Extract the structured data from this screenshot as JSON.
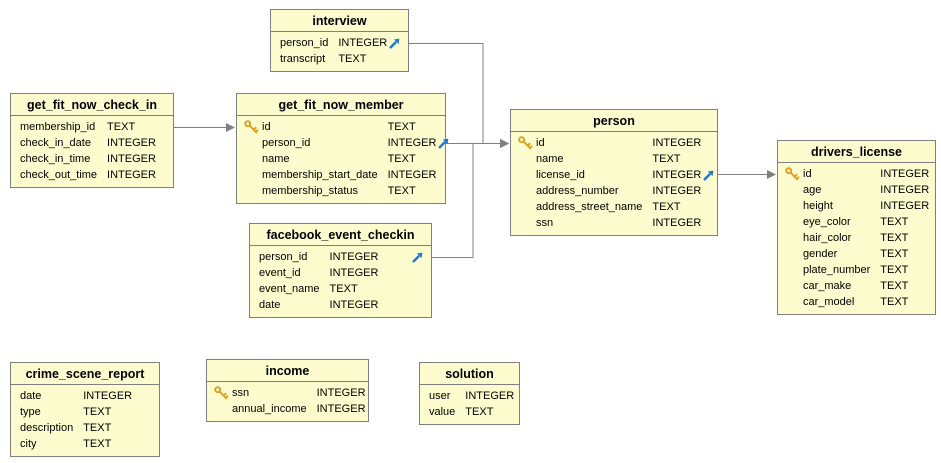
{
  "diagram": {
    "entities": [
      {
        "name": "interview",
        "columns": [
          {
            "name": "person_id",
            "type": "INTEGER",
            "pk": false,
            "fk": true
          },
          {
            "name": "transcript",
            "type": "TEXT",
            "pk": false,
            "fk": false
          }
        ]
      },
      {
        "name": "get_fit_now_check_in",
        "columns": [
          {
            "name": "membership_id",
            "type": "TEXT",
            "pk": false,
            "fk": false
          },
          {
            "name": "check_in_date",
            "type": "INTEGER",
            "pk": false,
            "fk": false
          },
          {
            "name": "check_in_time",
            "type": "INTEGER",
            "pk": false,
            "fk": false
          },
          {
            "name": "check_out_time",
            "type": "INTEGER",
            "pk": false,
            "fk": false
          }
        ]
      },
      {
        "name": "get_fit_now_member",
        "columns": [
          {
            "name": "id",
            "type": "TEXT",
            "pk": true,
            "fk": false
          },
          {
            "name": "person_id",
            "type": "INTEGER",
            "pk": false,
            "fk": true
          },
          {
            "name": "name",
            "type": "TEXT",
            "pk": false,
            "fk": false
          },
          {
            "name": "membership_start_date",
            "type": "INTEGER",
            "pk": false,
            "fk": false
          },
          {
            "name": "membership_status",
            "type": "TEXT",
            "pk": false,
            "fk": false
          }
        ]
      },
      {
        "name": "person",
        "columns": [
          {
            "name": "id",
            "type": "INTEGER",
            "pk": true,
            "fk": false
          },
          {
            "name": "name",
            "type": "TEXT",
            "pk": false,
            "fk": false
          },
          {
            "name": "license_id",
            "type": "INTEGER",
            "pk": false,
            "fk": true
          },
          {
            "name": "address_number",
            "type": "INTEGER",
            "pk": false,
            "fk": false
          },
          {
            "name": "address_street_name",
            "type": "TEXT",
            "pk": false,
            "fk": false
          },
          {
            "name": "ssn",
            "type": "INTEGER",
            "pk": false,
            "fk": false
          }
        ]
      },
      {
        "name": "drivers_license",
        "columns": [
          {
            "name": "id",
            "type": "INTEGER",
            "pk": true,
            "fk": false
          },
          {
            "name": "age",
            "type": "INTEGER",
            "pk": false,
            "fk": false
          },
          {
            "name": "height",
            "type": "INTEGER",
            "pk": false,
            "fk": false
          },
          {
            "name": "eye_color",
            "type": "TEXT",
            "pk": false,
            "fk": false
          },
          {
            "name": "hair_color",
            "type": "TEXT",
            "pk": false,
            "fk": false
          },
          {
            "name": "gender",
            "type": "TEXT",
            "pk": false,
            "fk": false
          },
          {
            "name": "plate_number",
            "type": "TEXT",
            "pk": false,
            "fk": false
          },
          {
            "name": "car_make",
            "type": "TEXT",
            "pk": false,
            "fk": false
          },
          {
            "name": "car_model",
            "type": "TEXT",
            "pk": false,
            "fk": false
          }
        ]
      },
      {
        "name": "facebook_event_checkin",
        "columns": [
          {
            "name": "person_id",
            "type": "INTEGER",
            "pk": false,
            "fk": true
          },
          {
            "name": "event_id",
            "type": "INTEGER",
            "pk": false,
            "fk": false
          },
          {
            "name": "event_name",
            "type": "TEXT",
            "pk": false,
            "fk": false
          },
          {
            "name": "date",
            "type": "INTEGER",
            "pk": false,
            "fk": false
          }
        ]
      },
      {
        "name": "crime_scene_report",
        "columns": [
          {
            "name": "date",
            "type": "INTEGER",
            "pk": false,
            "fk": false
          },
          {
            "name": "type",
            "type": "TEXT",
            "pk": false,
            "fk": false
          },
          {
            "name": "description",
            "type": "TEXT",
            "pk": false,
            "fk": false
          },
          {
            "name": "city",
            "type": "TEXT",
            "pk": false,
            "fk": false
          }
        ]
      },
      {
        "name": "income",
        "columns": [
          {
            "name": "ssn",
            "type": "INTEGER",
            "pk": true,
            "fk": false
          },
          {
            "name": "annual_income",
            "type": "INTEGER",
            "pk": false,
            "fk": false
          }
        ]
      },
      {
        "name": "solution",
        "columns": [
          {
            "name": "user",
            "type": "INTEGER",
            "pk": false,
            "fk": false
          },
          {
            "name": "value",
            "type": "TEXT",
            "pk": false,
            "fk": false
          }
        ]
      }
    ],
    "relationships": [
      {
        "from": "get_fit_now_check_in.membership_id",
        "to": "get_fit_now_member.id"
      },
      {
        "from": "get_fit_now_member.person_id",
        "to": "person.id"
      },
      {
        "from": "interview.person_id",
        "to": "person.id"
      },
      {
        "from": "facebook_event_checkin.person_id",
        "to": "person.id"
      },
      {
        "from": "person.license_id",
        "to": "drivers_license.id"
      }
    ],
    "icons": {
      "primary_key": "key-icon",
      "foreign_key": "arrow-up-right-icon"
    },
    "colors": {
      "entity_fill": "#FCFCCE",
      "entity_border": "#7F7F7F",
      "connector": "#808080",
      "primary_key": "#DFA01F",
      "foreign_key": "#1E78D2",
      "text": "#000000",
      "background": "#FFFFFF"
    }
  }
}
